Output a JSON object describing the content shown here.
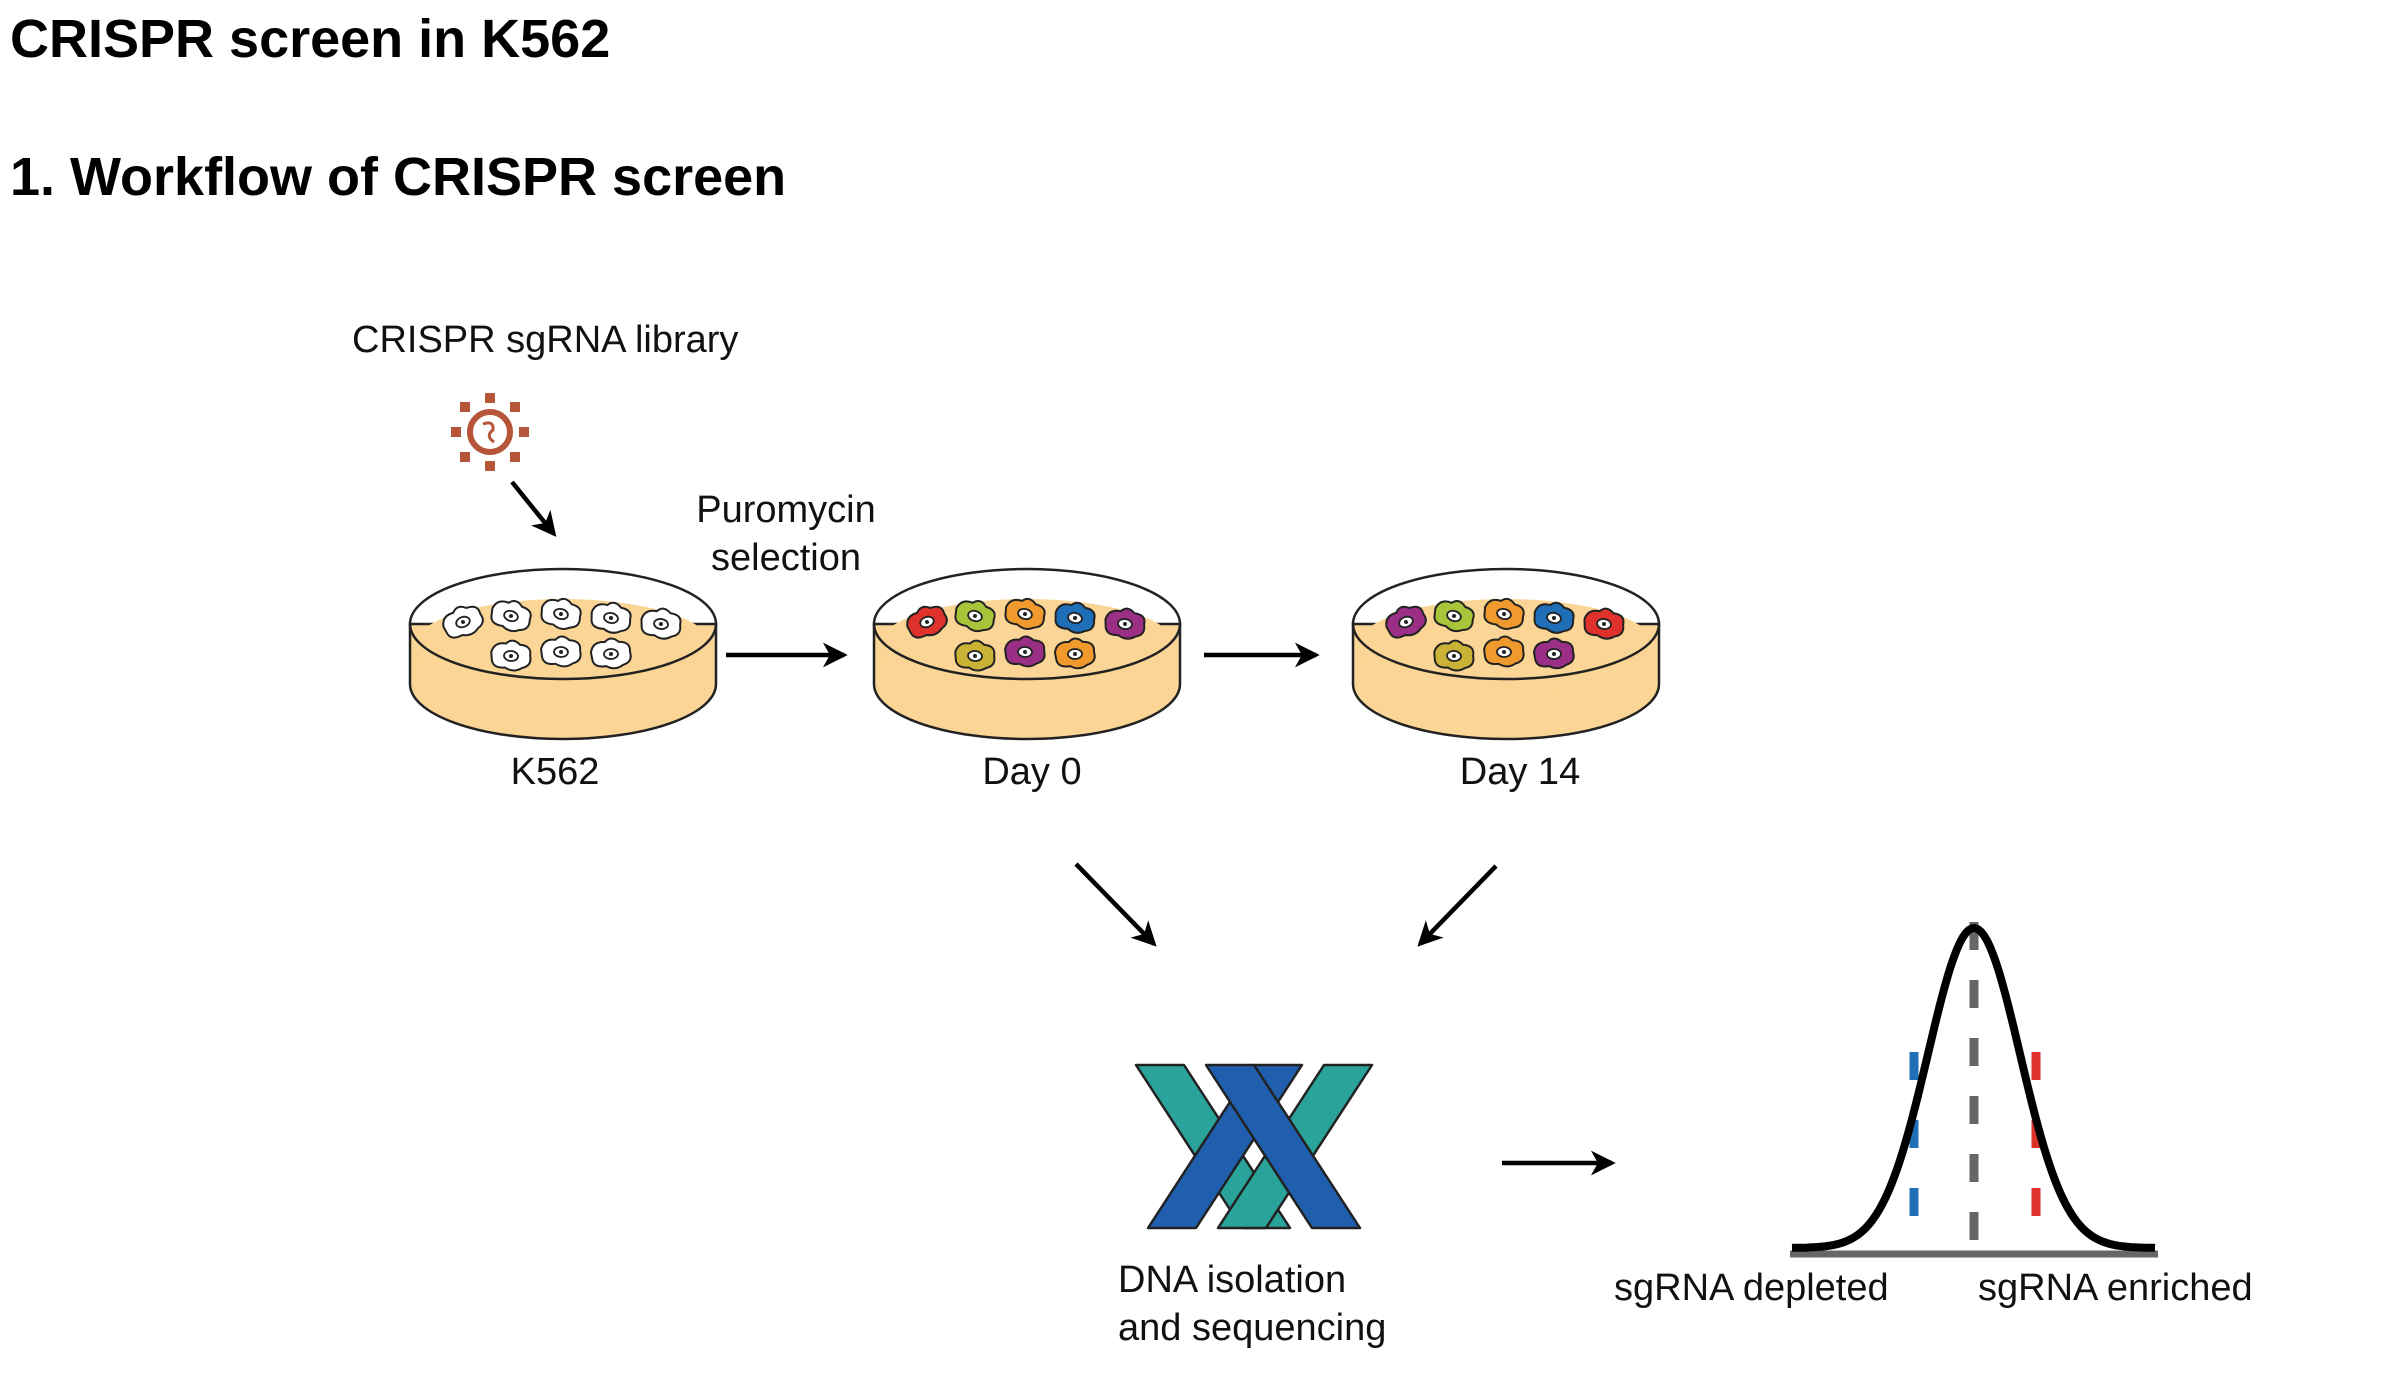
{
  "page": {
    "title": "CRISPR screen in K562",
    "section_heading": "1. Workflow of CRISPR screen"
  },
  "diagram": {
    "library_label": "CRISPR sgRNA library",
    "selection_label_line1": "Puromycin",
    "selection_label_line2": "selection",
    "dish_labels": [
      "K562",
      "Day 0",
      "Day 14"
    ],
    "dna_label_line1": "DNA isolation",
    "dna_label_line2": "and sequencing",
    "depleted_label": "sgRNA depleted",
    "enriched_label": "sgRNA enriched",
    "icons": [
      "virus-icon",
      "petri-dish-icon",
      "dna-helix-icon",
      "distribution-curve-icon"
    ],
    "colors": {
      "medium": "#fbd595",
      "virus": "#b5563a",
      "helix_blue": "#1f5fad",
      "helix_teal": "#2aa39a",
      "depleted": "#1f6fb8",
      "enriched": "#e0322c",
      "median": "#666666",
      "cell_colors": [
        "#e0322c",
        "#a8c43a",
        "#f09a2e",
        "#1f6fb8",
        "#9b2f86",
        "#c9b236"
      ]
    }
  }
}
